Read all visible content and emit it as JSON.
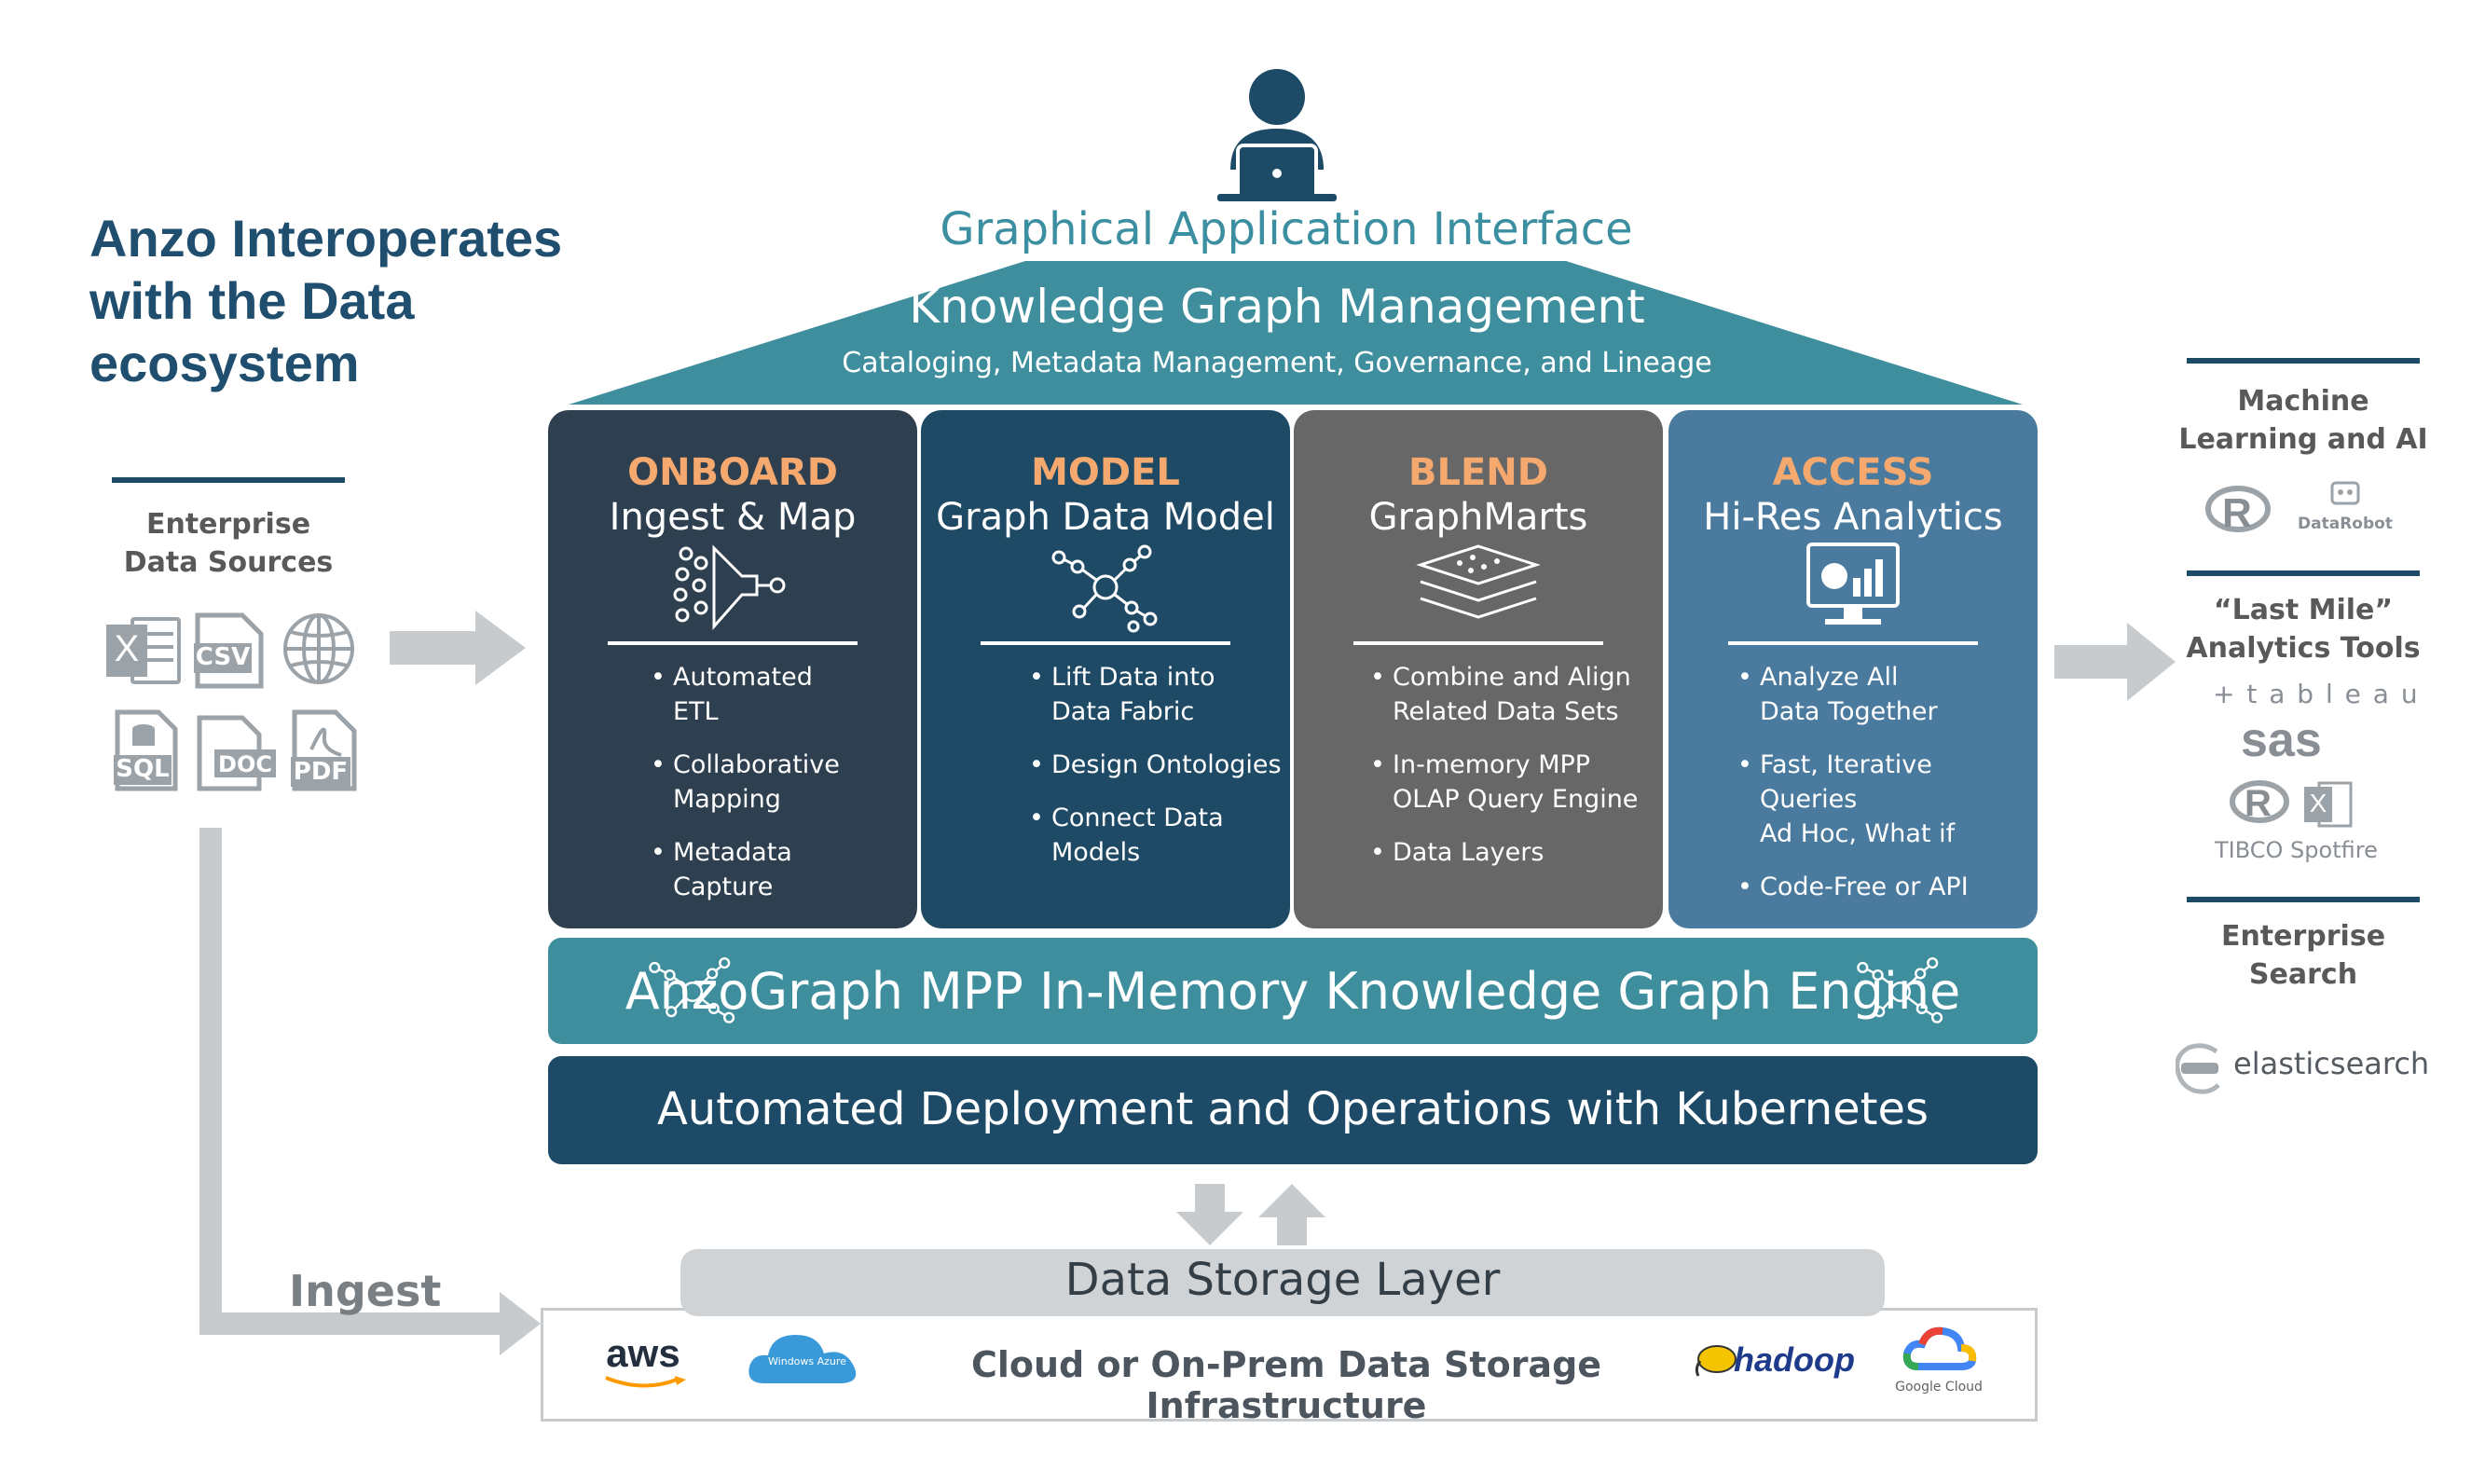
{
  "title": "Anzo Interoperates with the Data ecosystem",
  "left": {
    "label_line1": "Enterprise",
    "label_line2": "Data Sources",
    "file_icons": [
      "X",
      "CSV",
      "SQL",
      "DOC",
      "PDF"
    ],
    "ingest_label": "Ingest"
  },
  "top": {
    "gai": "Graphical Application Interface",
    "kgm_title": "Knowledge Graph Management",
    "kgm_sub": "Cataloging, Metadata Management, Governance, and Lineage"
  },
  "columns": [
    {
      "head": "ONBOARD",
      "sub": "Ingest & Map",
      "color": "#2e3f4f",
      "bullets": [
        [
          "Automated",
          "ETL"
        ],
        [
          "Collaborative",
          "Mapping"
        ],
        [
          "Metadata",
          "Capture"
        ]
      ]
    },
    {
      "head": "MODEL",
      "sub": "Graph Data Model",
      "color": "#1f4a66",
      "bullets": [
        [
          "Lift Data into",
          "Data Fabric"
        ],
        [
          "Design Ontologies"
        ],
        [
          "Connect Data",
          "Models"
        ]
      ]
    },
    {
      "head": "BLEND",
      "sub": "GraphMarts",
      "color": "#676767",
      "bullets": [
        [
          "Combine and Align",
          "Related Data Sets"
        ],
        [
          "In-memory MPP",
          "OLAP Query Engine"
        ],
        [
          "Data Layers"
        ]
      ]
    },
    {
      "head": "ACCESS",
      "sub": "Hi-Res Analytics",
      "color": "#4a7a9d",
      "bullets": [
        [
          "Analyze All",
          "Data Together"
        ],
        [
          "Fast, Iterative",
          "Queries",
          "Ad Hoc, What if"
        ],
        [
          "Code-Free or API"
        ]
      ]
    }
  ],
  "engine": "AnzoGraph MPP In-Memory Knowledge Graph Engine",
  "deploy": "Automated Deployment and Operations with Kubernetes",
  "storage": {
    "layer": "Data Storage Layer",
    "infra": "Cloud or On-Prem Data Storage Infrastructure",
    "logos": {
      "aws": "aws",
      "azure": "Windows Azure",
      "hadoop": "hadoop",
      "gcloud": "Google Cloud"
    }
  },
  "right": {
    "ml_line1": "Machine",
    "ml_line2": "Learning and AI",
    "ml_logos": {
      "r": "R",
      "datarobot": "DataRobot"
    },
    "lastmile_line1": "“Last Mile”",
    "lastmile_line2": "Analytics Tools",
    "lastmile_logos": {
      "tableau": "+ t a b l e a u",
      "sas": "sas",
      "tibco": "TIBCO Spotfire",
      "r": "R",
      "excel": "X"
    },
    "search_line1": "Enterprise",
    "search_line2": "Search",
    "elastic": "elasticsearch"
  }
}
